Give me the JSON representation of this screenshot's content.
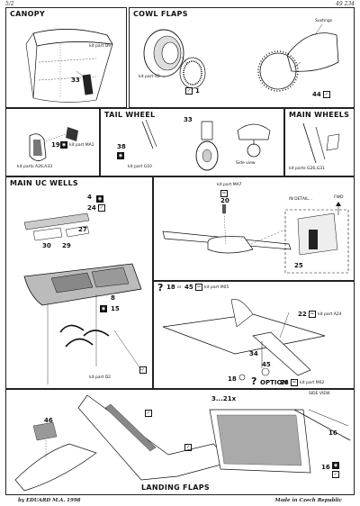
{
  "page": {
    "left_no": "5/2",
    "right_no": "49 234"
  },
  "canopy": {
    "title": "CANOPY",
    "kit_part": "kit part D9",
    "part_no": "33"
  },
  "cowl_flaps": {
    "title": "COWL FLAPS",
    "kit_part": "kit part A3",
    "sustings": "Sustings",
    "part_a": "1",
    "part_b": "44"
  },
  "small_panel": {
    "kit_parts": "kit parts A26,A33",
    "part_no": "19",
    "kit_part": "kit part MA1"
  },
  "tail_wheel": {
    "title": "TAIL WHEEL",
    "part_top": "33",
    "part_left": "38",
    "kit_part": "kit part G10",
    "side_view": "Side view"
  },
  "main_wheels": {
    "title": "MAIN WHEELS",
    "kit_parts": "kit parts G26,G31"
  },
  "main_uc_wells": {
    "title": "MAIN UC WELLS",
    "p4": "4",
    "p24": "24",
    "p27": "27",
    "p30": "30",
    "p29": "29",
    "p8": "8",
    "p15": "15",
    "kit_part": "kit part D2"
  },
  "detail": {
    "kit_part": "kit part MA7",
    "p20": "20",
    "in_detail": "IN DETAIL...",
    "fwd": "FWD",
    "p25": "25"
  },
  "option_panel": {
    "p18a": "18",
    "or": "or",
    "p45a": "45",
    "kit_part_m": "kit part M05",
    "p22": "22",
    "kit_part_a": "kit part A24",
    "p34": "34",
    "p18b": "18",
    "p45b": "45",
    "option": "OPTION",
    "p28": "28",
    "kit_part_n": "kit part M02"
  },
  "landing_flaps": {
    "title": "LANDING FLAPS",
    "p46": "46",
    "range": "3...21x",
    "side_view": "SIDE VIEW",
    "p16a": "16",
    "p16b": "16"
  },
  "footer": {
    "left": "by EDUARD  M.A. 1998",
    "right": "Made in Czech Republic"
  }
}
